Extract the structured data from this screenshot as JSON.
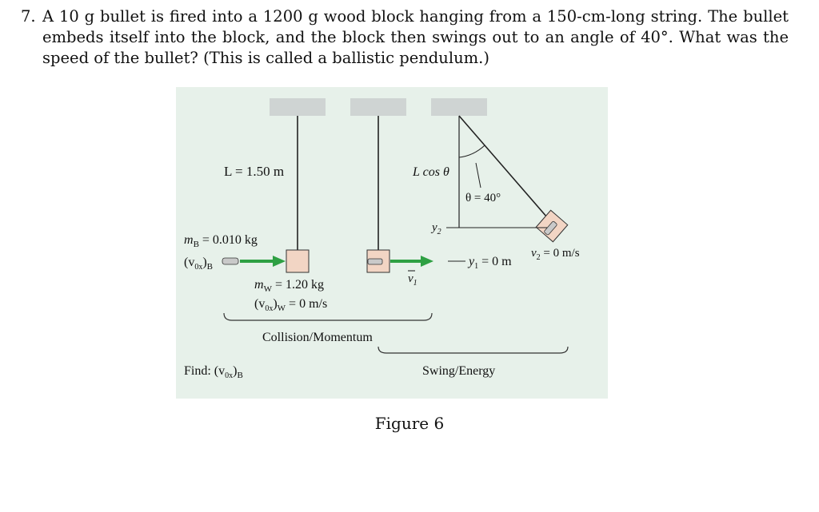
{
  "problem": {
    "number": "7.",
    "text": "A 10 g bullet is fired into a 1200 g wood block hanging from a 150-cm-long string. The bullet embeds itself into the block, and the block then swings out to an angle of 40°. What was the speed of the bullet? (This is called a ballistic pendulum.)"
  },
  "figure": {
    "background": "#e7f1ea",
    "ceiling_color": "#cfd4d3",
    "block_color": "#f2d5c4",
    "arrow_color": "#2ea043",
    "labels": {
      "length": "L = 1.50 m",
      "mb_label": "m",
      "mb_sub": "B",
      "mb_value": " = 0.010 kg",
      "v0b": "(v",
      "v0b_sub1": "0x",
      "v0b_close": ")",
      "v0b_sub2": "B",
      "mw_label": "m",
      "mw_sub": "W",
      "mw_value": " = 1.20 kg",
      "v0w": "(v",
      "v0w_sub1": "0x",
      "v0w_close": ")",
      "v0w_sub2": "W",
      "v0w_value": " = 0 m/s",
      "v1": "v",
      "v1_sub": "1",
      "lcos": "L cos θ",
      "theta": "θ = 40°",
      "y2": "y",
      "y2_sub": "2",
      "y1": "y",
      "y1_sub": "1",
      "y1_value": " = 0 m",
      "v2": "v",
      "v2_sub": "2",
      "v2_value": " = 0 m/s",
      "collision": "Collision/Momentum",
      "swing": "Swing/Energy",
      "find": "Find: (v",
      "find_sub1": "0x",
      "find_close": ")",
      "find_sub2": "B"
    }
  },
  "caption": "Figure 6"
}
